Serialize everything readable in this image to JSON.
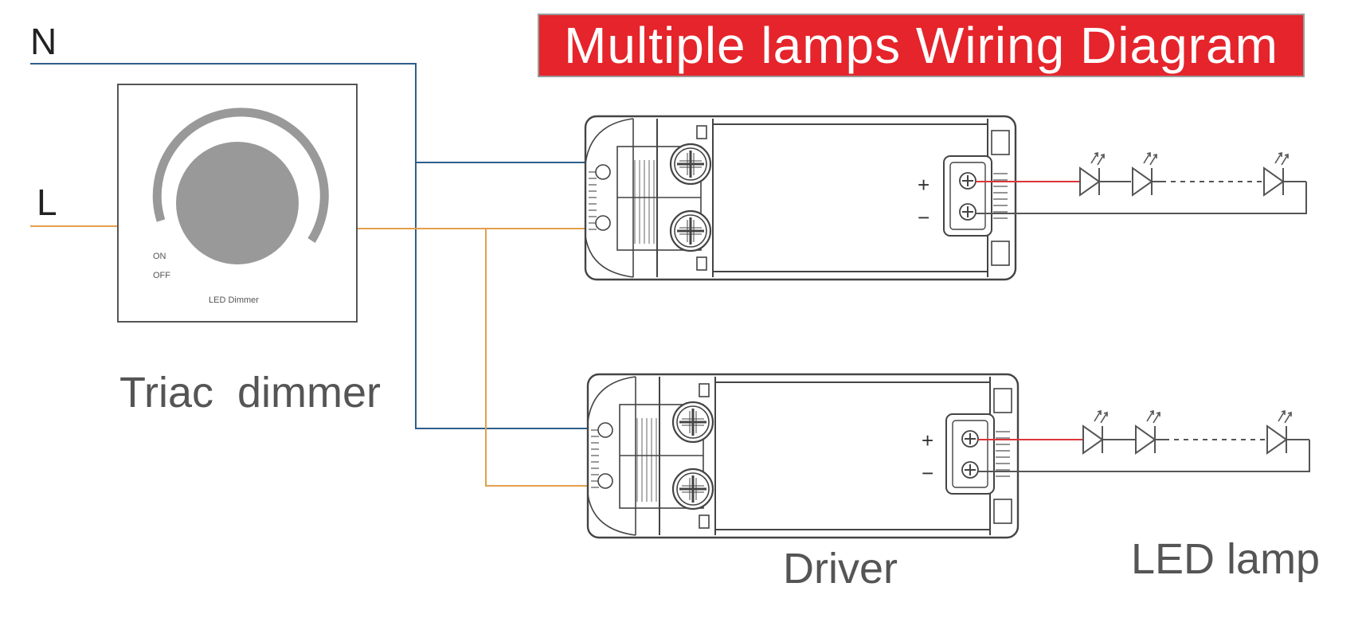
{
  "title": "Multiple lamps Wiring Diagram",
  "labels": {
    "neutral": "N",
    "live": "L",
    "triac_dimmer": "Triac  dimmer",
    "driver": "Driver",
    "led_lamp": "LED lamp",
    "on": "ON",
    "off": "OFF",
    "led_dimmer": "LED Dimmer",
    "plus": "+",
    "minus": "−"
  },
  "colors": {
    "title_bg": "#e5242b",
    "neutral_wire": "#2e5f8a",
    "live_wire": "#e3a04d",
    "led_positive_wire": "#d9363a",
    "outline": "#555555",
    "knob": "#999999"
  }
}
